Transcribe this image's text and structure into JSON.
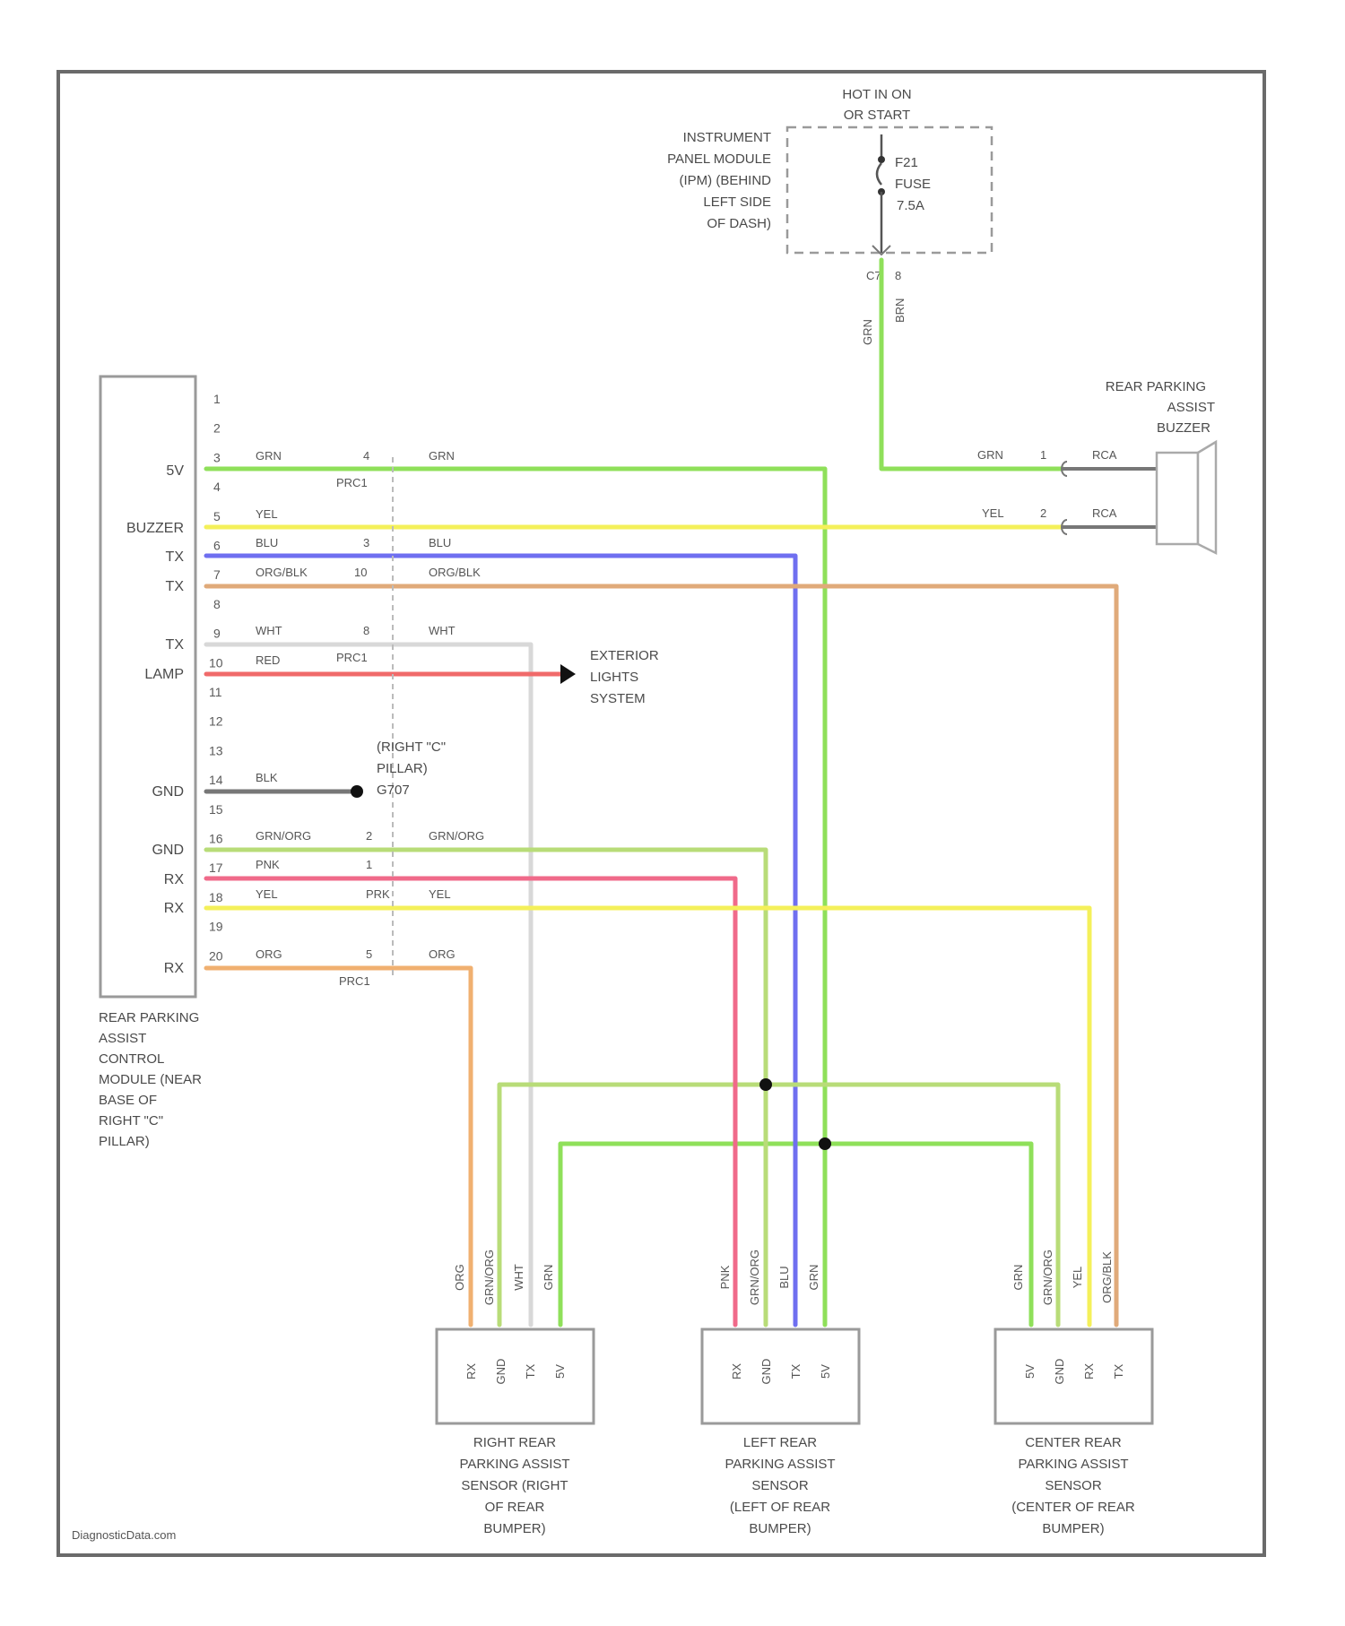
{
  "watermark": "DiagnosticData.com",
  "fuse_box": {
    "power_label": [
      "HOT IN ON",
      "OR START"
    ],
    "module_label": [
      "INSTRUMENT",
      "PANEL MODULE",
      "(IPM) (BEHIND",
      "LEFT SIDE",
      "OF DASH)"
    ],
    "fuse": [
      "F21",
      "FUSE",
      "7.5A"
    ],
    "pin_a": "C7",
    "pin_b": "8",
    "wire_color": "GRN",
    "wire_color_b": "BRN"
  },
  "buzzer": {
    "label": [
      "REAR PARKING",
      "ASSIST",
      "BUZZER"
    ],
    "w1": {
      "color": "GRN",
      "pin": "1",
      "wire2": "RCA"
    },
    "w2": {
      "color": "YEL",
      "pin": "2",
      "wire2": "RCA"
    }
  },
  "module": {
    "label": [
      "REAR PARKING",
      "ASSIST",
      "CONTROL",
      "MODULE (NEAR",
      "BASE OF",
      "RIGHT \"C\"",
      "PILLAR)"
    ],
    "pins": [
      "1",
      "2",
      "3",
      "4",
      "5",
      "6",
      "7",
      "8",
      "9",
      "10",
      "11",
      "12",
      "13",
      "14",
      "15",
      "16",
      "17",
      "18",
      "19",
      "20"
    ],
    "signals": {
      "p3": "5V",
      "p5": "BUZZER",
      "p6": "TX",
      "p7": "TX",
      "p9": "TX",
      "p10": "LAMP",
      "p14": "GND",
      "p16": "GND",
      "p17": "RX",
      "p18": "RX",
      "p20": "RX"
    }
  },
  "wires": {
    "w3": {
      "color": "GRN",
      "conn_pin": "4",
      "conn": "PRC1",
      "color2": "GRN"
    },
    "w5": {
      "color": "YEL"
    },
    "w6": {
      "color": "BLU",
      "conn_pin": "3",
      "color2": "BLU"
    },
    "w7": {
      "color": "ORG/BLK",
      "conn_pin": "10",
      "color2": "ORG/BLK"
    },
    "w9": {
      "color": "WHT",
      "conn_pin": "8",
      "conn": "PRC1",
      "color2": "WHT"
    },
    "w10": {
      "color": "RED"
    },
    "w14": {
      "color": "BLK"
    },
    "w16": {
      "color": "GRN/ORG",
      "conn_pin": "2",
      "color2": "GRN/ORG"
    },
    "w17": {
      "color": "PNK",
      "conn_pin": "1"
    },
    "w18": {
      "color": "YEL",
      "conn": "PRK",
      "color2": "YEL"
    },
    "w20": {
      "color": "ORG",
      "conn_pin": "5",
      "conn": "PRC1",
      "color2": "ORG"
    }
  },
  "exterior_lights": [
    "EXTERIOR",
    "LIGHTS",
    "SYSTEM"
  ],
  "ground": [
    "(RIGHT \"C\"",
    "PILLAR)",
    "G707"
  ],
  "sensors": [
    {
      "pins": [
        "RX",
        "GND",
        "TX",
        "5V"
      ],
      "wires": [
        "ORG",
        "GRN/ORG",
        "WHT",
        "GRN"
      ],
      "label": [
        "RIGHT REAR",
        "PARKING ASSIST",
        "SENSOR (RIGHT",
        "OF REAR",
        "BUMPER)"
      ]
    },
    {
      "pins": [
        "RX",
        "GND",
        "TX",
        "5V"
      ],
      "wires": [
        "PNK",
        "GRN/ORG",
        "BLU",
        "GRN"
      ],
      "label": [
        "LEFT REAR",
        "PARKING ASSIST",
        "SENSOR",
        "(LEFT OF REAR",
        "BUMPER)"
      ]
    },
    {
      "pins": [
        "5V",
        "GND",
        "RX",
        "TX"
      ],
      "wires": [
        "GRN",
        "GRN/ORG",
        "YEL",
        "ORG/BLK"
      ],
      "label": [
        "CENTER REAR",
        "PARKING ASSIST",
        "SENSOR",
        "(CENTER OF REAR",
        "BUMPER)"
      ]
    }
  ],
  "colors": {
    "green": "#8fe05a",
    "yellow": "#f4f05a",
    "blue": "#6f6ff0",
    "tan": "#e0aa7a",
    "white": "#d8d8d8",
    "red": "#f06a6a",
    "gray": "#777777",
    "lightgreen": "#b8dc78",
    "pink": "#f06a8a",
    "orange": "#f0b070"
  }
}
